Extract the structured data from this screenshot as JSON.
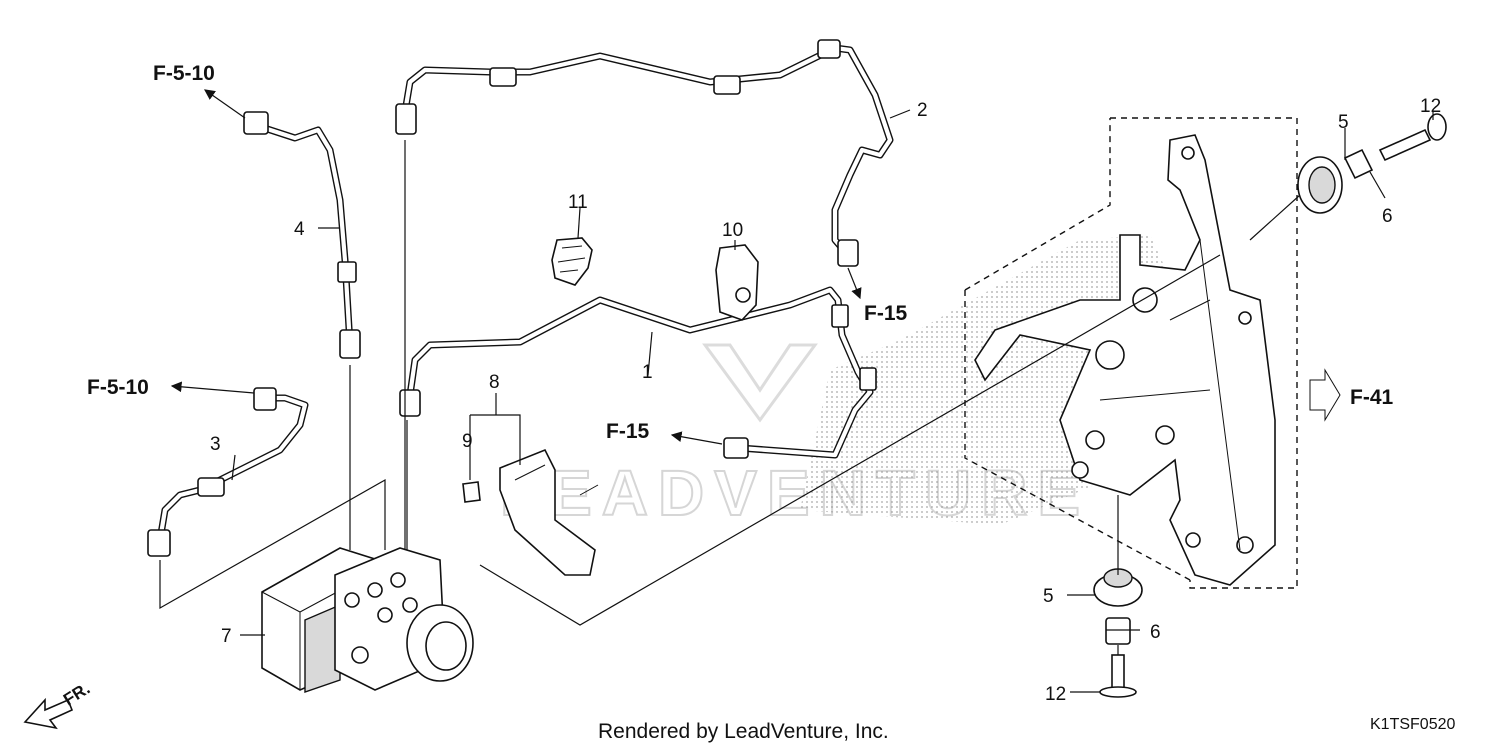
{
  "callouts": {
    "c1": "1",
    "c2": "2",
    "c3": "3",
    "c4": "4",
    "c5a": "5",
    "c5b": "5",
    "c6a": "6",
    "c6b": "6",
    "c7": "7",
    "c8": "8",
    "c9": "9",
    "c10": "10",
    "c11": "11",
    "c12a": "12",
    "c12b": "12"
  },
  "refs": {
    "f510_top": "F-5-10",
    "f510_mid": "F-5-10",
    "f15_right": "F-15",
    "f15_mid": "F-15",
    "f41": "F-41"
  },
  "direction_label": "FR.",
  "watermark": "LEADVENTURE",
  "footer": {
    "rendered_by": "Rendered by LeadVenture, Inc.",
    "diagram_code": "K1TSF0520"
  }
}
